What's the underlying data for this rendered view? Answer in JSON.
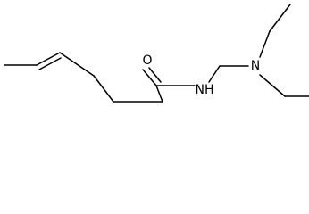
{
  "molecule": {
    "atoms": {
      "oxygen": "O",
      "amide_nitrogen": "NH",
      "amine_nitrogen": "N"
    }
  }
}
